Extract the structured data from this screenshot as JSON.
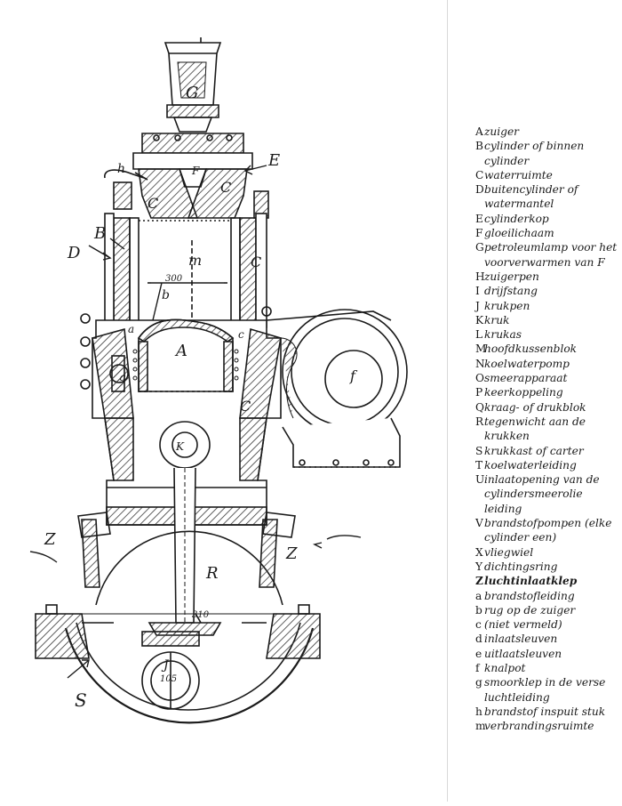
{
  "diagram": {
    "labels": {
      "A": "A",
      "B": "B",
      "C": "C",
      "D": "D",
      "E": "E",
      "F": "F",
      "G": "G",
      "J": "J",
      "K": "K",
      "R": "R",
      "S": "S",
      "Z_left": "Z",
      "Z_right": "Z",
      "a": "a",
      "b": "b",
      "c": "c",
      "f": "f",
      "g": "g",
      "h": "h",
      "m": "m"
    },
    "dimensions": {
      "bore": "300",
      "crank": "310",
      "pin": "105"
    }
  },
  "legend": [
    {
      "key": "A",
      "text": "zuiger"
    },
    {
      "key": "B",
      "text": "cylinder of binnen cylinder"
    },
    {
      "key": "C",
      "text": "waterruimte"
    },
    {
      "key": "D",
      "text": "buitencylinder of watermantel"
    },
    {
      "key": "E",
      "text": "cylinderkop"
    },
    {
      "key": "F",
      "text": "gloeilichaam"
    },
    {
      "key": "G",
      "text": "petroleumlamp voor het voorverwarmen van F"
    },
    {
      "key": "H",
      "text": "zuigerpen"
    },
    {
      "key": "I",
      "text": "drijfstang"
    },
    {
      "key": "J",
      "text": "krukpen"
    },
    {
      "key": "K",
      "text": "kruk"
    },
    {
      "key": "L",
      "text": "krukas"
    },
    {
      "key": "M",
      "text": "hoofdkussenblok"
    },
    {
      "key": "N",
      "text": "koelwaterpomp"
    },
    {
      "key": "O",
      "text": "smeerapparaat"
    },
    {
      "key": "P",
      "text": "keerkoppeling"
    },
    {
      "key": "Q",
      "text": "kraag- of drukblok"
    },
    {
      "key": "R",
      "text": "tegenwicht aan de krukken"
    },
    {
      "key": "S",
      "text": "krukkast of carter"
    },
    {
      "key": "T",
      "text": "koelwaterleiding"
    },
    {
      "key": "U",
      "text": "inlaatopening van de cylindersmeerolie leiding"
    },
    {
      "key": "V",
      "text": "brandstofpompen (elke cylinder een)"
    },
    {
      "key": "X",
      "text": "vliegwiel"
    },
    {
      "key": "Y",
      "text": "dichtingsring"
    },
    {
      "key": "Z",
      "text": "luchtinlaatklep"
    },
    {
      "key": "a",
      "text": "brandstofleiding"
    },
    {
      "key": "b",
      "text": "rug op de zuiger"
    },
    {
      "key": "c",
      "text": "(niet vermeld)"
    },
    {
      "key": "d",
      "text": "inlaatsleuven"
    },
    {
      "key": "e",
      "text": "uitlaatsleuven"
    },
    {
      "key": "f",
      "text": "knalpot"
    },
    {
      "key": "g",
      "text": "smoorklep in de verse luchtleiding"
    },
    {
      "key": "h",
      "text": "brandstof inspuit stuk"
    },
    {
      "key": "m",
      "text": "verbrandingsruimte"
    }
  ],
  "colors": {
    "ink": "#1a1a1a",
    "hatch": "#3a3a3a",
    "paper": "#ffffff"
  }
}
